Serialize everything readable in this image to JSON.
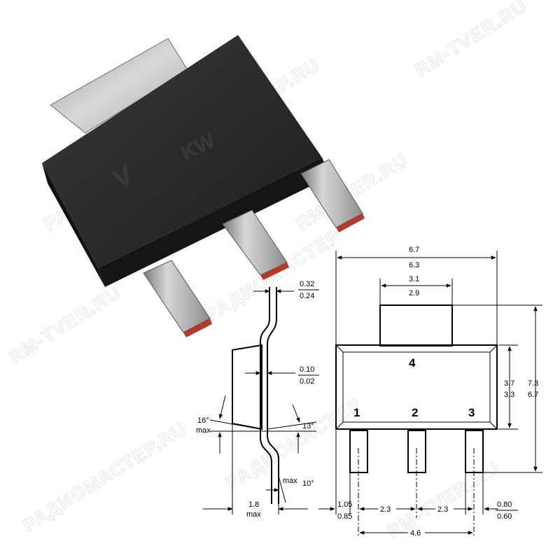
{
  "watermark": {
    "text_a": "РАДИОМАСТЕР",
    "text_b": "RM-TVER.RU",
    "text_c": "РАДИОМАСТЕР.RU"
  },
  "photo": {
    "description_icon": "sot223-package-photo"
  },
  "side_view": {
    "lead_thickness_max": "0.32",
    "lead_thickness_min": "0.24",
    "standoff_max": "0.10",
    "standoff_min": "0.02",
    "top_angle_value": "16°",
    "top_angle_qualifier": "max",
    "bottom_angle": "13°",
    "foot_angle_qualifier": "max",
    "foot_angle_value": "10°",
    "height_value": "1.8",
    "height_qualifier": "max"
  },
  "top_view": {
    "body_length_max": "6.7",
    "body_length_min": "6.3",
    "tab_width_max": "3.1",
    "tab_width_min": "2.9",
    "body_width_max": "3.7",
    "body_width_min": "3.3",
    "overall_width_max": "7.3",
    "overall_width_min": "6.7",
    "pin_labels": [
      "1",
      "2",
      "3",
      "4"
    ],
    "foot_length_max": "1.05",
    "foot_length_min": "0.85",
    "pitch_a": "2.3",
    "pitch_b": "2.3",
    "lead_width_max": "0.80",
    "lead_width_min": "0.60",
    "pitch_total": "4.6"
  }
}
